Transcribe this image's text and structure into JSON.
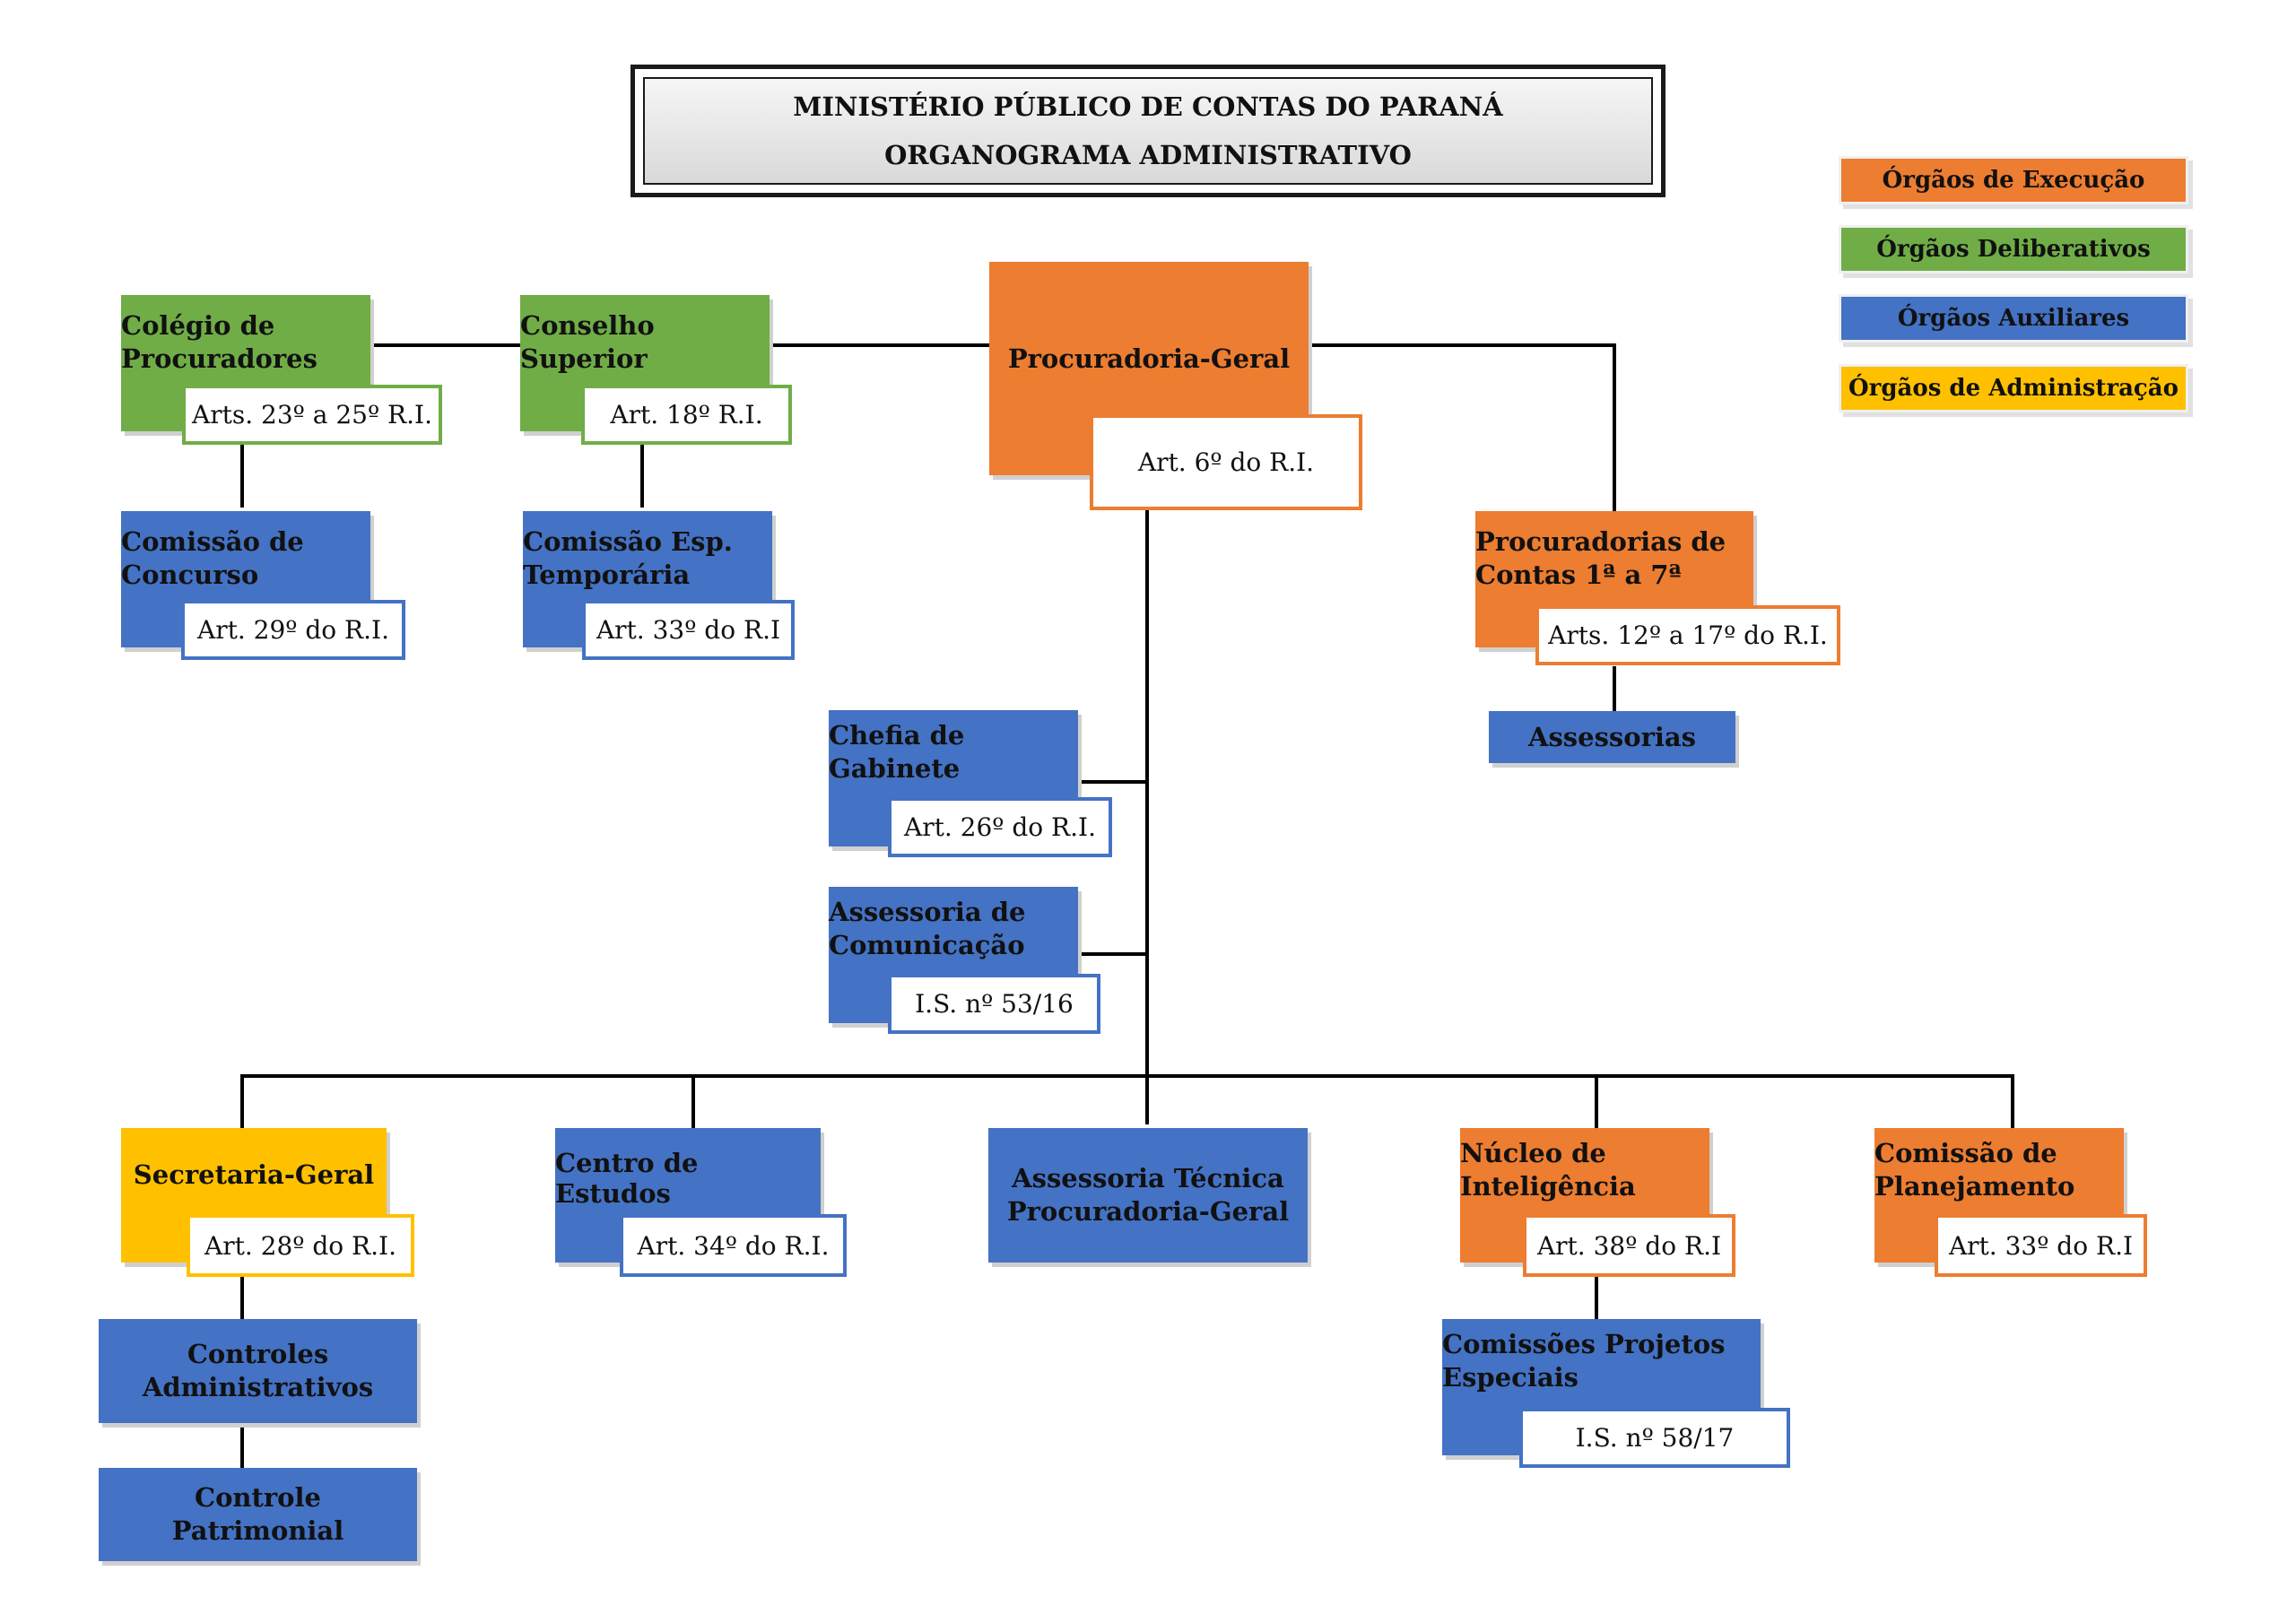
{
  "header": {
    "line1": "MINISTÉRIO PÚBLICO DE CONTAS DO PARANÁ",
    "line2": "ORGANOGRAMA ADMINISTRATIVO"
  },
  "legend": [
    {
      "label": "Órgãos de Execução",
      "color": "#ED7D31"
    },
    {
      "label": "Órgãos Deliberativos",
      "color": "#70AD47"
    },
    {
      "label": "Órgãos Auxiliares",
      "color": "#4472C4"
    },
    {
      "label": "Órgãos de Administração",
      "color": "#FFC000"
    }
  ],
  "nodes": {
    "colegio": {
      "l1": "Colégio de",
      "l2": "Procuradores",
      "ref": "Arts. 23º a 25º R.I."
    },
    "conselho": {
      "l1": "Conselho",
      "l2": "Superior",
      "ref": "Art. 18º R.I."
    },
    "procuradoria_geral": {
      "l1": "Procuradoria-Geral",
      "ref": "Art. 6º do R.I."
    },
    "comissao_concurso": {
      "l1": "Comissão de",
      "l2": "Concurso",
      "ref": "Art. 29º do R.I."
    },
    "comissao_esp": {
      "l1": "Comissão Esp.",
      "l2": "Temporária",
      "ref": "Art. 33º do R.I"
    },
    "procuradorias_contas": {
      "l1": "Procuradorias de",
      "l2": "Contas 1ª a 7ª",
      "ref": "Arts. 12º a 17º do R.I."
    },
    "assessorias": {
      "l1": "Assessorias"
    },
    "chefia": {
      "l1": "Chefia de",
      "l2": "Gabinete",
      "ref": "Art. 26º do R.I."
    },
    "assessoria_com": {
      "l1": "Assessoria de",
      "l2": "Comunicação",
      "ref": "I.S. nº 53/16"
    },
    "secretaria": {
      "l1": "Secretaria-Geral",
      "ref": "Art. 28º do R.I."
    },
    "centro": {
      "l1": "Centro de",
      "l2": "Estudos",
      "ref": "Art. 34º do R.I."
    },
    "assessoria_tec": {
      "l1": "Assessoria Técnica",
      "l2": "Procuradoria-Geral"
    },
    "nucleo": {
      "l1": "Núcleo de",
      "l2": "Inteligência",
      "ref": "Art. 38º do R.I"
    },
    "comissao_plan": {
      "l1": "Comissão de",
      "l2": "Planejamento",
      "ref": "Art. 33º do R.I"
    },
    "controles_adm": {
      "l1": "Controles",
      "l2": "Administrativos"
    },
    "controle_pat": {
      "l1": "Controle",
      "l2": "Patrimonial"
    },
    "comissoes_proj": {
      "l1": "Comissões Projetos",
      "l2": "Especiais",
      "ref": "I.S. nº 58/17"
    }
  }
}
